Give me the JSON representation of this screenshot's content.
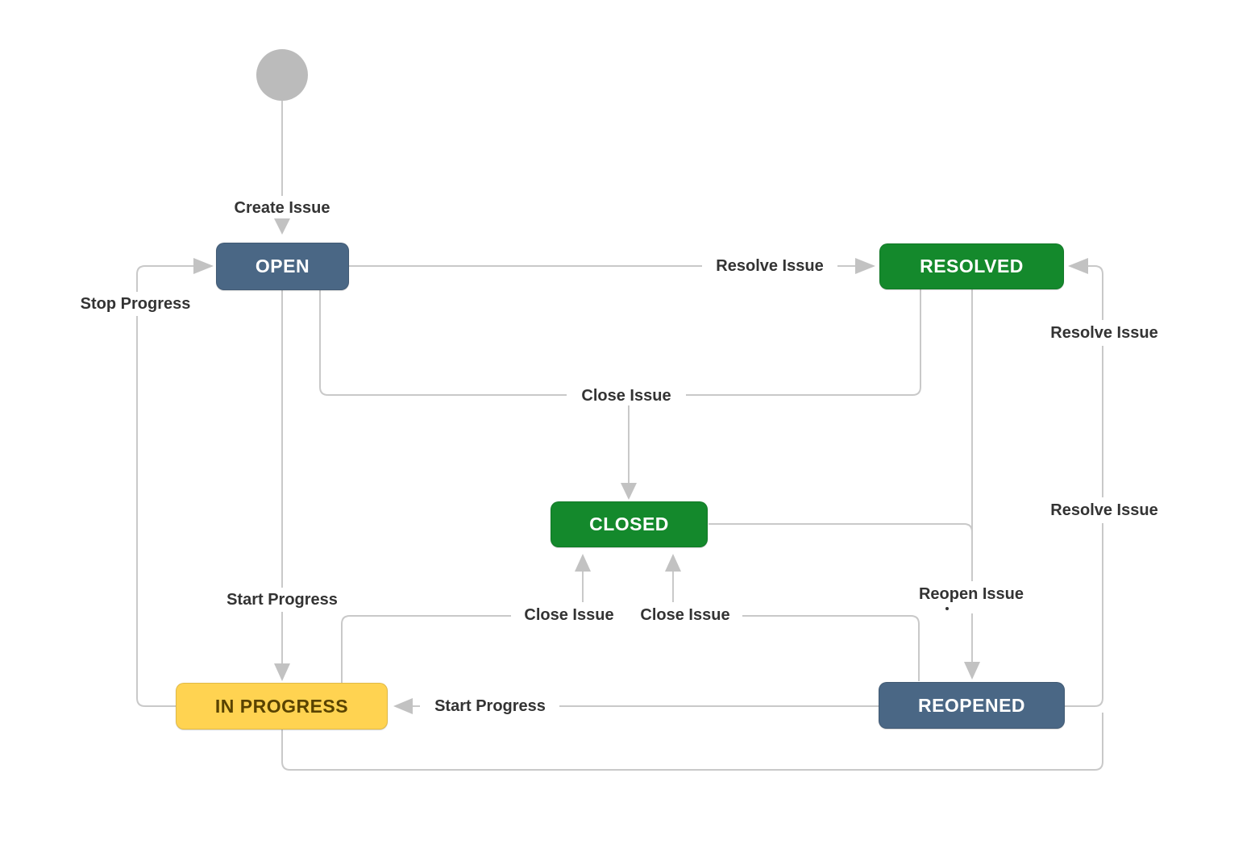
{
  "diagram": {
    "type": "workflow",
    "background": "#FFFFFF",
    "line_color": "#C9C9C9",
    "arrow_color": "#C2C2C2",
    "label_color": "#333333",
    "nodes": {
      "start": {
        "shape": "circle",
        "color": "#BBBBBB"
      },
      "open": {
        "label": "OPEN",
        "color": "#4A6785",
        "text_color": "#FFFFFF"
      },
      "resolved": {
        "label": "RESOLVED",
        "color": "#14892C",
        "text_color": "#FFFFFF"
      },
      "closed": {
        "label": "CLOSED",
        "color": "#14892C",
        "text_color": "#FFFFFF"
      },
      "in_progress": {
        "label": "IN PROGRESS",
        "color": "#FFD351",
        "text_color": "#594300"
      },
      "reopened": {
        "label": "REOPENED",
        "color": "#4A6785",
        "text_color": "#FFFFFF"
      }
    },
    "transitions": {
      "create_issue": {
        "text": "Create Issue",
        "from": "start",
        "to": "open"
      },
      "resolve_issue_from_open": {
        "text": "Resolve Issue",
        "from": "open",
        "to": "resolved"
      },
      "stop_progress": {
        "text": "Stop Progress",
        "from": "in_progress",
        "to": "open"
      },
      "start_progress_from_open": {
        "text": "Start Progress",
        "from": "open",
        "to": "in_progress"
      },
      "close_issue_from_open_or_resolved": {
        "text": "Close Issue",
        "from": "open, resolved",
        "to": "closed"
      },
      "reopen_issue": {
        "text": "Reopen Issue",
        "from": "resolved, closed",
        "to": "reopened"
      },
      "close_issue_from_in_progress": {
        "text": "Close Issue",
        "from": "in_progress",
        "to": "closed"
      },
      "close_issue_from_reopened": {
        "text": "Close Issue",
        "from": "reopened",
        "to": "closed"
      },
      "start_progress_from_reopened": {
        "text": "Start Progress",
        "from": "reopened",
        "to": "in_progress"
      },
      "resolve_issue_from_in_progress": {
        "text": "Resolve Issue",
        "from": "in_progress",
        "to": "resolved"
      },
      "resolve_issue_from_reopened": {
        "text": "Resolve Issue",
        "from": "reopened",
        "to": "resolved"
      }
    }
  }
}
